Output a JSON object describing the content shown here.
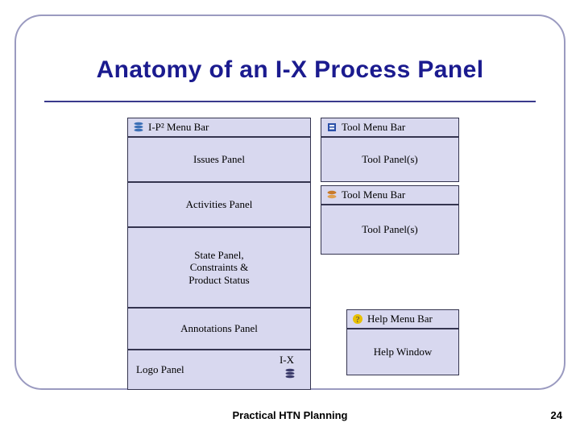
{
  "slide": {
    "title": "Anatomy of an I-X Process Panel",
    "footer": "Practical HTN Planning",
    "page_number": "24"
  },
  "colors": {
    "title": "#1b1b8f",
    "rule": "#3a3a8c",
    "frame_border": "#9a9ac0",
    "box_fill": "#d8d8ef",
    "box_border": "#34344f"
  },
  "diagram": {
    "left_column": [
      {
        "name": "ip2-menu-bar",
        "label": "I-P² Menu Bar",
        "icon": "stacked-lines-icon",
        "icon_color": "#3b6fb6"
      },
      {
        "name": "issues-panel",
        "label": "Issues Panel"
      },
      {
        "name": "activities-panel",
        "label": "Activities Panel"
      },
      {
        "name": "state-panel",
        "label": "State Panel,\nConstraints &\nProduct Status"
      },
      {
        "name": "annotations-panel",
        "label": "Annotations Panel"
      }
    ],
    "logo_panel": {
      "label": "Logo Panel",
      "mark_text": "I-X",
      "icon": "stacked-lines-icon"
    },
    "right_column": [
      {
        "name": "tool-menu-bar-1",
        "label": "Tool Menu Bar",
        "icon": "blue-square-icon",
        "icon_color": "#2a4fa8"
      },
      {
        "name": "tool-panels-1",
        "label": "Tool Panel(s)"
      },
      {
        "name": "tool-menu-bar-2",
        "label": "Tool Menu Bar",
        "icon": "orange-disc-icon",
        "icon_color": "#c87a2a"
      },
      {
        "name": "tool-panels-2",
        "label": "Tool Panel(s)"
      },
      {
        "name": "help-menu-bar",
        "label": "Help Menu Bar",
        "icon": "question-mark-icon",
        "icon_color": "#d8b400"
      },
      {
        "name": "help-window",
        "label": "Help Window"
      }
    ]
  }
}
